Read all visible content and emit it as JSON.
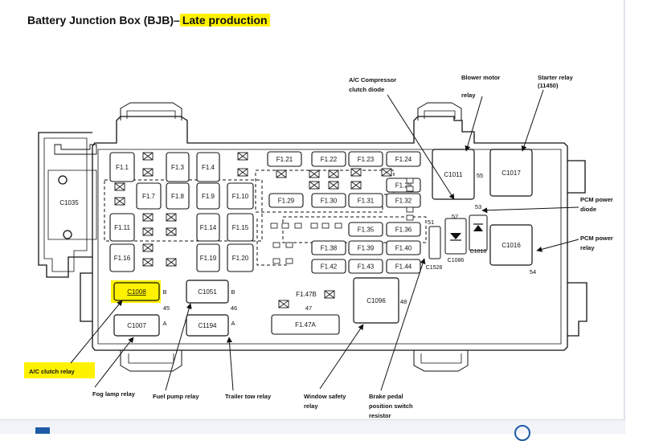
{
  "title": {
    "prefix": "Battery Junction Box (BJB)",
    "separator": " – ",
    "highlight": "Late production"
  },
  "colors": {
    "highlight": "#fff200",
    "line": "#111111",
    "box_fill": "#ffffff"
  },
  "fuses": [
    "F1.1",
    "F1.3",
    "F1.4",
    "F1.7",
    "F1.8",
    "F1.9",
    "F1.10",
    "F1.11",
    "F1.14",
    "F1.15",
    "F1.16",
    "F1.19",
    "F1.20",
    "F1.21",
    "F1.22",
    "F1.23",
    "F1.24",
    "F1.28",
    "F1.29",
    "F1.30",
    "F1.31",
    "F1.32",
    "F1.35",
    "F1.36",
    "F1.38",
    "F1.39",
    "F1.40",
    "F1.42",
    "F1.43",
    "F1.44",
    "F1.47A",
    "F1.47B"
  ],
  "relays": {
    "c1008": "C1008",
    "c1007": "C1007",
    "c1051": "C1051",
    "c1194": "C1194",
    "c1096": "C1096",
    "c1011": "C1011",
    "c1017": "C1017",
    "c1016": "C1016",
    "c1035": "C1035",
    "c1086": "C1086",
    "c1018": "C1018",
    "c1528": "C1528"
  },
  "pin_labels": {
    "b1": "B",
    "a1": "A",
    "n45": "45",
    "b2": "B",
    "a2": "A",
    "n46": "46",
    "n47": "47",
    "n48": "48",
    "n55": "55",
    "n54": "54",
    "n51": "51",
    "n52": "52",
    "n53": "53"
  },
  "callouts": {
    "ac_clutch_relay": "A/C clutch relay",
    "fog_lamp_relay": "Fog lamp relay",
    "fuel_pump_relay": "Fuel pump relay",
    "trailer_tow_relay": "Trailer tow relay",
    "window_safety_relay_1": "Window safety",
    "window_safety_relay_2": "relay",
    "brake_pedal_1": "Brake pedal",
    "brake_pedal_2": "position switch",
    "brake_pedal_3": "resistor",
    "ac_comp_1": "A/C Compressor",
    "ac_comp_2": "clutch diode",
    "blower_1": "Blower motor",
    "blower_2": "relay",
    "starter_1": "Starter relay",
    "starter_2": "(11450)",
    "pcm_diode_1": "PCM power",
    "pcm_diode_2": "diode",
    "pcm_relay_1": "PCM power",
    "pcm_relay_2": "relay"
  }
}
